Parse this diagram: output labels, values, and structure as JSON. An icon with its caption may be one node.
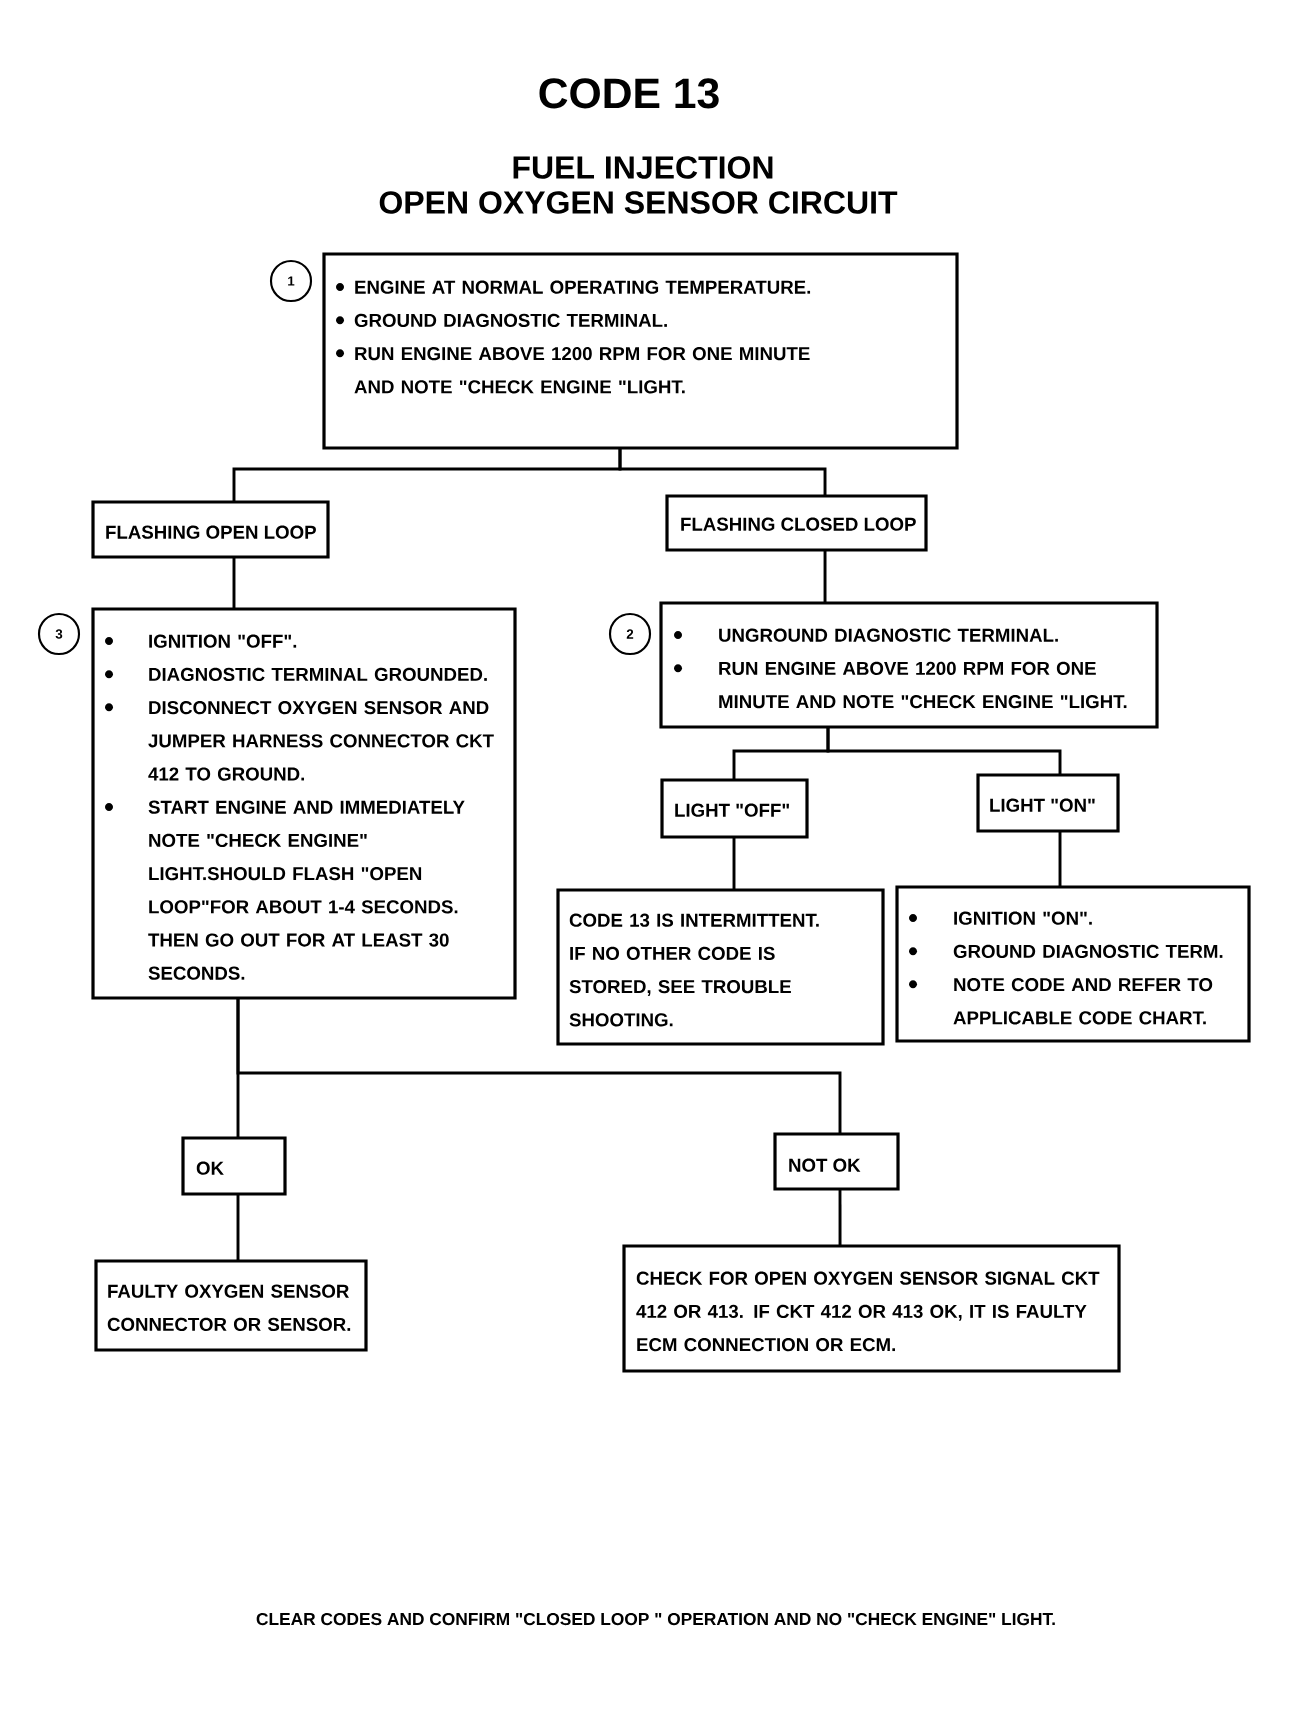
{
  "diagram": {
    "title": "CODE 13",
    "nodes": [
      {
        "text": [
          "ENGINE AT NORMAL OPERATING TEMPERATURE.",
          "GROUND DIAGNOSTIC TERMINAL.",
          "RUN ENGINE ABOVE 1200 RPM FOR ONE MINUTE AND NOTE \"CHECK ENGINE \"LIGHT."
        ],
        "beside": [
          "1"
        ]
      },
      {
        "text": [
          "FLASHING OPEN LOOP"
        ]
      },
      {
        "text": [
          "FLASHING CLOSED LOOP"
        ]
      },
      {
        "text": [
          "IGNITION \"OFF\".",
          "DIAGNOSTIC TERMINAL GROUNDED.",
          "DISCONNECT OXYGEN SENSOR AND JUMPER HARNESS CONNECTOR CKT 412 TO GROUND.",
          "START ENGINE AND IMMEDIATELY NOTE \"CHECK ENGINE\" LIGHT.SHOULD FLASH \"OPEN LOOP\"FOR ABOUT 1-4 SECONDS. THEN GO OUT FOR AT LEAST 30 SECONDS."
        ],
        "beside": [
          "3"
        ]
      },
      {
        "text": [
          "UNGROUND DIAGNOSTIC TERMINAL.",
          "RUN ENGINE ABOVE 1200 RPM FOR ONE MINUTE AND NOTE \"CHECK ENGINE \"LIGHT."
        ],
        "beside": [
          "2"
        ]
      },
      {
        "text": [
          "LIGHT \"OFF\""
        ]
      },
      {
        "text": [
          "LIGHT \"ON\""
        ]
      },
      {
        "text": [
          "CODE 13 IS INTERMITTENT. IF NO OTHER CODE IS STORED, SEE TROUBLE SHOOTING."
        ]
      },
      {
        "text": [
          "IGNITION \"ON\".",
          "GROUND DIAGNOSTIC TERM.",
          "NOTE CODE AND REFER TO APPLICABLE CODE CHART."
        ]
      },
      {
        "text": [
          "OK"
        ]
      },
      {
        "text": [
          "NOT OK"
        ]
      },
      {
        "text": [
          "FAULTY OXYGEN SENSOR CONNECTOR OR SENSOR."
        ]
      },
      {
        "text": [
          "CHECK FOR OPEN OXYGEN SENSOR SIGNAL CKT 412 OR 413. IF CKT 412 OR 413 OK, IT IS FAULTY ECM CONNECTION OR ECM."
        ]
      }
    ],
    "edges": [
      {
        "from": 0,
        "to": 1,
        "arrow": "none"
      },
      {
        "from": 0,
        "to": 2,
        "arrow": "none"
      },
      {
        "from": 1,
        "to": 3,
        "arrow": "none"
      },
      {
        "from": 2,
        "to": 4,
        "arrow": "none"
      },
      {
        "from": 4,
        "to": 5,
        "arrow": "none"
      },
      {
        "from": 4,
        "to": 6,
        "arrow": "none"
      },
      {
        "from": 5,
        "to": 7,
        "arrow": "none"
      },
      {
        "from": 6,
        "to": 8,
        "arrow": "none"
      },
      {
        "from": 3,
        "to": 9,
        "arrow": "none"
      },
      {
        "from": 3,
        "to": 10,
        "arrow": "none"
      },
      {
        "from": 9,
        "to": 11,
        "arrow": "none"
      },
      {
        "from": 10,
        "to": 12,
        "arrow": "none"
      }
    ],
    "labels": [
      "FUEL INJECTION",
      "OPEN OXYGEN SENSOR CIRCUIT",
      "CLEAR CODES AND CONFIRM \"CLOSED LOOP \" OPERATION AND NO \"CHECK ENGINE\" LIGHT."
    ]
  }
}
